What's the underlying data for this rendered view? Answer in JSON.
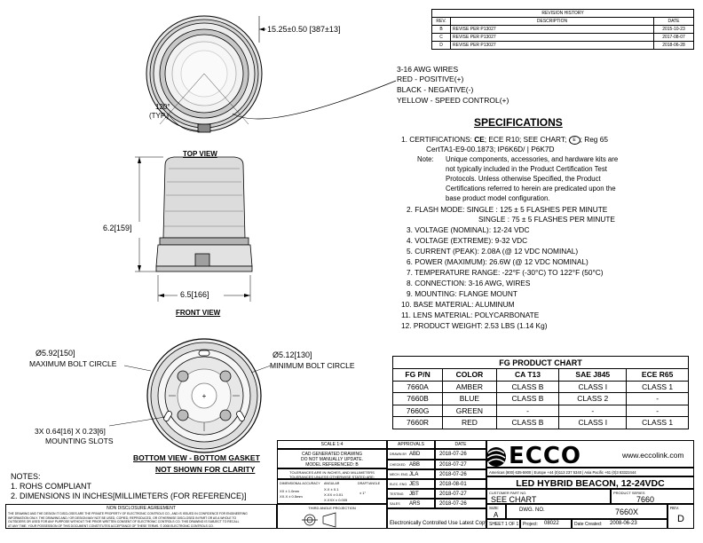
{
  "revision": {
    "title": "REVISION HISTORY",
    "headers": [
      "REV.",
      "DESCRIPTION",
      "DATE"
    ],
    "rows": [
      {
        "rev": "B",
        "desc": "REVISE PER P13027",
        "date": "2015-10-23"
      },
      {
        "rev": "C",
        "desc": "REVISE PER P13027",
        "date": "2017-08-07"
      },
      {
        "rev": "D",
        "desc": "REVISE PER P13027",
        "date": "2018-06-28"
      }
    ]
  },
  "top_view": {
    "label": "TOP VIEW",
    "diameter_dim": "15.25±0.50 [387±13]",
    "angle_dim": "120°",
    "angle_typ": "(TYP.)"
  },
  "wires": {
    "lines": [
      "3-16 AWG WIRES",
      "RED - POSITIVE(+)",
      "BLACK - NEGATIVE(-)",
      "YELLOW - SPEED CONTROL(+)"
    ]
  },
  "front_view": {
    "label": "FRONT VIEW",
    "height_dim": "6.2[159]",
    "width_dim": "6.5[166]"
  },
  "bottom_view": {
    "label_1": "BOTTOM VIEW - BOTTOM GASKET",
    "label_2": "NOT SHOWN FOR CLARITY",
    "max_bolt_dim": "Ø5.92[150]",
    "max_bolt_label": "MAXIMUM BOLT CIRCLE",
    "min_bolt_dim": "Ø5.12[130]",
    "min_bolt_label": "MINIMUM BOLT CIRCLE",
    "slots_dim": "3X 0.64[16] X 0.23[6]",
    "slots_label": "MOUNTING SLOTS"
  },
  "specifications": {
    "title": "SPECIFICATIONS",
    "item1_a": "1.    CERTIFICATIONS:",
    "ce_mark": "CE",
    "item1_b": "; ECE R10; SEE CHART;",
    "item1_c": "; Reg 65",
    "item1_d": "CertTA1-E9-00.1873;  IP6K6D/ | P6K7D",
    "note_label": "Note:",
    "note_lines": [
      "Unique components, accessories, and hardware kits are",
      "not typically included in the Product Certification Test",
      "Protocols.  Unless otherwise Specified, the Product",
      "Certifications referred to herein are predicated upon the",
      "base product model configuration."
    ],
    "item2_a": "2.  FLASH MODE: SINGLE : 125 ± 5 FLASHES PER MINUTE",
    "item2_b": "SINGLE : 75 ± 5 FLASHES PER MINUTE",
    "items": [
      "3.  VOLTAGE (NOMINAL): 12-24 VDC",
      "4.  VOLTAGE (EXTREME): 9-32 VDC",
      "5.  CURRENT (PEAK): 2.08A (@ 12 VDC NOMINAL)",
      "6.  POWER (MAXIMUM): 26.6W (@ 12 VDC NOMINAL)",
      "7.  TEMPERATURE RANGE: -22°F (-30°C) TO 122°F (50°C)",
      "8.  CONNECTION: 3-16 AWG, WIRES",
      "9.  MOUNTING: FLANGE MOUNT",
      "10. BASE MATERIAL: ALUMINUM",
      "11. LENS MATERIAL: POLYCARBONATE",
      "12. PRODUCT WEIGHT: 2.53 LBS (1.14 Kg)"
    ]
  },
  "fg_chart": {
    "title": "FG PRODUCT CHART",
    "headers": [
      "FG P/N",
      "COLOR",
      "CA T13",
      "SAE J845",
      "ECE R65"
    ],
    "rows": [
      [
        "7660A",
        "AMBER",
        "CLASS B",
        "CLASS I",
        "CLASS 1"
      ],
      [
        "7660B",
        "BLUE",
        "CLASS B",
        "CLASS 2",
        "-"
      ],
      [
        "7660G",
        "GREEN",
        "-",
        "-",
        "-"
      ],
      [
        "7660R",
        "RED",
        "CLASS B",
        "CLASS I",
        "CLASS 1"
      ]
    ]
  },
  "notes": {
    "title": "NOTES:",
    "lines": [
      "1.  ROHS COMPLIANT",
      "2.  DIMENSIONS IN INCHES[MILLIMETERS (FOR REFERENCE)]"
    ]
  },
  "title_block": {
    "scale": "SCALE 1:4",
    "cad_note_1": "CAD GENERATED DRAWING",
    "cad_note_2": "DO NOT MANUALLY UPDATE.",
    "cad_note_3": "MODEL REFERENCED: B",
    "tol_note_1": "TOLERANCES ARE IN INCHES, AND MILLIMETERS",
    "tol_note_2": "TOLERANCES UNLESS OTHERWISE STATED ARE:",
    "tol_head_a": "DIMENSIONAL ACCURACY",
    "tol_head_b": "ANGULAR",
    "tol_head_c": "DRAFT/ANGLE",
    "tol_val_a1": "XX  ± 1.0mm",
    "tol_val_a2": "XX.X ± 0.5mm",
    "tol_val_b1": "X.X ± 0.1",
    "tol_val_b2": "X.XX ± 0.01",
    "tol_val_b3": "X.XXX ± 0.005",
    "tol_val_c": "± 1°",
    "projection": "THIRD ANGLE PROJECTION",
    "disclosure_title": "NON DISCLOSURE AGREEMENT",
    "disclosure_text_1": "THE DRAWING AND THE DESIGN IT DISCLOSES ARE THE PRIVATE PROPERTY OF ELECTRONIC CONTROLS CO., AND IS ISSUED IN CONFIDENCE FOR ENGINEERING",
    "disclosure_text_2": "INFORMATION ONLY. THE DRAWING AND / OR DESIGN MAY NOT BE USED, COPIED, REPRODUCED, OR OTHERWISE DISCLOSED IN PART OR AS A WHOLE TO",
    "disclosure_text_3": "OUTSIDERS OR USED FOR ANY PURPOSE WITHOUT THE PRIOR WRITTEN CONSENT OF ELECTRONIC CONTROLS CO. THIS DRAWING IS SUBJECT TO RECALL",
    "disclosure_text_4": "AT ANY TIME. YOUR POSSESSION OF THIS DOCUMENT CONSTITUTES ACCEPTANCE OF THESE TERMS.  © 2008 ELECTRONIC CONTROLS CO.",
    "approvals_title": "APPROVALS",
    "date_title": "DATE",
    "approvals": [
      {
        "role": "DRAWN BY",
        "name": "ABD",
        "date": "2018-07-26"
      },
      {
        "role": "CHECKED",
        "name": "ABB",
        "date": "2018-07-27"
      },
      {
        "role": "MECH. ENG.",
        "name": "JLA",
        "date": "2018-07-26"
      },
      {
        "role": "ELEC. ENG.",
        "name": "JES",
        "date": "2018-08-01"
      },
      {
        "role": "TESTING",
        "name": "JBT",
        "date": "2018-07-27"
      },
      {
        "role": "SALES",
        "name": "ARS",
        "date": "2018-07-26"
      }
    ],
    "controlled_note": "Electronically Controlled Use Latest Copy",
    "logo_text": "ECCO",
    "website": "www.eccolink.com",
    "phone_line": "Americas (800) 635-5900  |  Europe +44 (0)113 237 5340  |  Asia Pacific +61 (0)3 83322444",
    "product_title": "LED HYBRID BEACON, 12-24VDC",
    "customer_pn_label": "CUSTOMER PART NO.",
    "customer_pn": "SEE CHART",
    "product_series_label": "PRODUCT SERIES",
    "product_series": "7660",
    "size_label": "SIZE:",
    "size": "A",
    "dwg_label": "DWG. NO.",
    "dwg_no": "7660X",
    "rev_label": "REV.",
    "rev": "D",
    "sheet": "SHEET 1 OF 1",
    "project_label": "Project:",
    "project": "08022",
    "date_created_label": "Date Created:",
    "date_created": "2008-06-23"
  }
}
